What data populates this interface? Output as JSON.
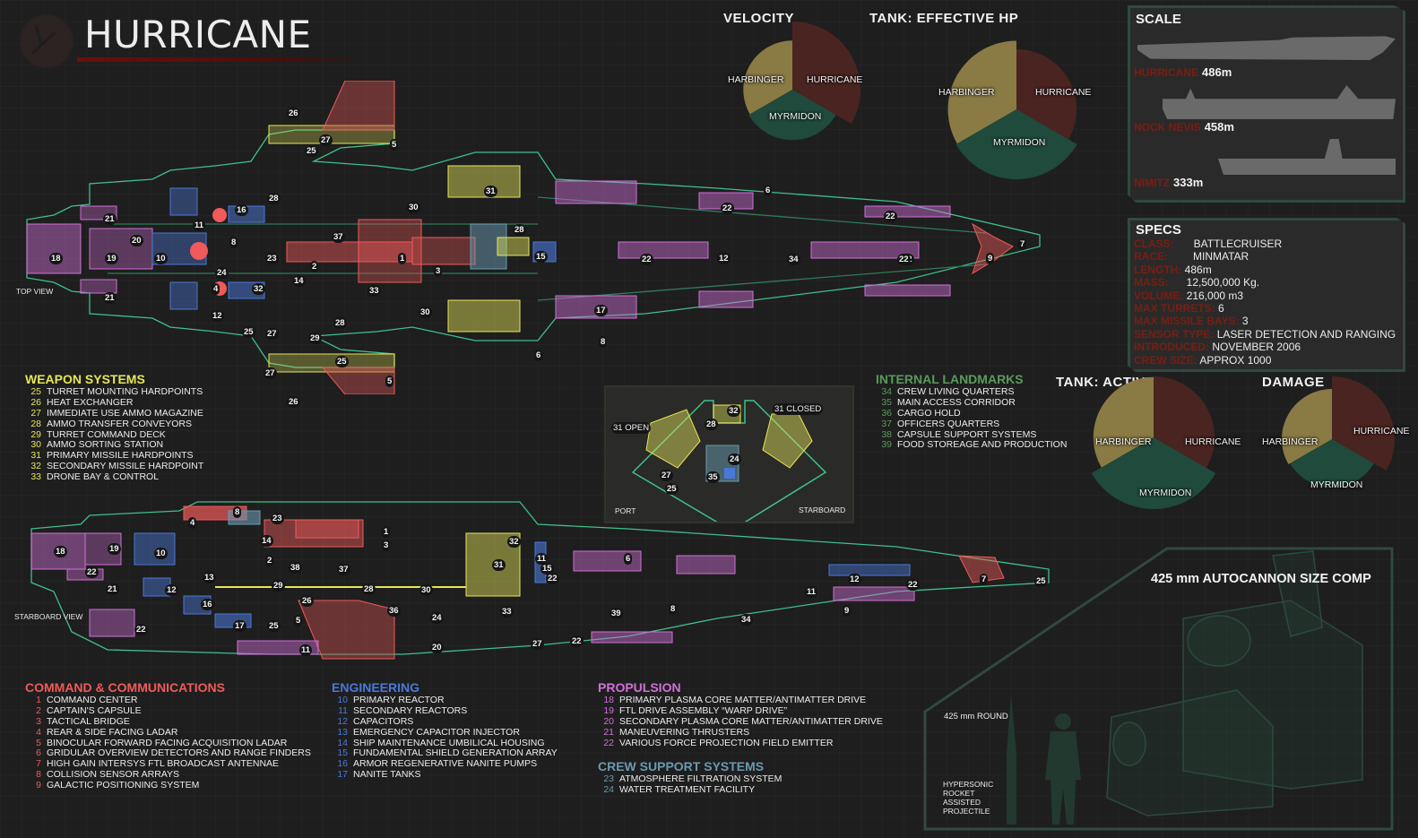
{
  "header": {
    "title": "HURRICANE"
  },
  "views": {
    "top": "TOP VIEW",
    "starboard": "STARBOARD VIEW",
    "port": "PORT",
    "starboard_side": "STARBOARD"
  },
  "section_callouts": {
    "open": "31 OPEN",
    "closed": "31 CLOSED"
  },
  "colors": {
    "hurricane": "#4a2420",
    "harbinger": "#8a7a44",
    "myrmidon": "#1f4a3c",
    "command": "#f05a5a",
    "engineering": "#4a78d8",
    "propulsion": "#d070d8",
    "crew": "#6a9ab0",
    "weapons": "#e6e65a",
    "landmarks": "#5a9a5a",
    "spec_key": "#7a1e12"
  },
  "chart_data": [
    {
      "type": "pie",
      "title": "VELOCITY",
      "style": "polar-area",
      "categories": [
        "HURRICANE",
        "MYRMIDON",
        "HARBINGER"
      ],
      "values": [
        1.0,
        0.74,
        0.72
      ]
    },
    {
      "type": "pie",
      "title": "TANK: EFFECTIVE HP",
      "style": "polar-area",
      "categories": [
        "HURRICANE",
        "MYRMIDON",
        "HARBINGER"
      ],
      "values": [
        0.86,
        1.0,
        0.98
      ]
    },
    {
      "type": "pie",
      "title": "TANK: ACTIVE",
      "style": "polar-area",
      "categories": [
        "HURRICANE",
        "MYRMIDON",
        "HARBINGER"
      ],
      "values": [
        0.85,
        1.0,
        0.84
      ]
    },
    {
      "type": "pie",
      "title": "DAMAGE",
      "style": "polar-area",
      "categories": [
        "HURRICANE",
        "MYRMIDON",
        "HARBINGER"
      ],
      "values": [
        1.0,
        0.77,
        0.8
      ]
    }
  ],
  "scale": {
    "title": "SCALE",
    "ships": [
      {
        "name": "HURRICANE",
        "length": "486m",
        "length_m": 486
      },
      {
        "name": "NOCK NEVIS",
        "length": "458m",
        "length_m": 458
      },
      {
        "name": "NIMITZ",
        "length": "333m",
        "length_m": 333
      }
    ]
  },
  "specs": {
    "title": "SPECS",
    "rows": [
      {
        "key": "CLASS:",
        "value": "BATTLECRUISER"
      },
      {
        "key": "RACE:",
        "value": "MINMATAR"
      },
      {
        "key": "LENGTH:",
        "value": "486m"
      },
      {
        "key": "MASS:",
        "value": "12,500,000 Kg."
      },
      {
        "key": "VOLUME:",
        "value": "216,000 m3"
      },
      {
        "key": "MAX TURRETS:",
        "value": "6"
      },
      {
        "key": "MAX MISSILE BAYS:",
        "value": "3"
      },
      {
        "key": "SENSOR TYPE:",
        "value": "LASER DETECTION AND RANGING"
      },
      {
        "key": "INTRODUCED:",
        "value": "NOVEMBER 2006"
      },
      {
        "key": "CREW SIZE:",
        "value": "APPROX 1000"
      }
    ]
  },
  "legends": {
    "weapons": {
      "title": "WEAPON SYSTEMS",
      "items": [
        {
          "n": "25",
          "label": "TURRET MOUNTING HARDPOINTS"
        },
        {
          "n": "26",
          "label": "HEAT EXCHANGER"
        },
        {
          "n": "27",
          "label": "IMMEDIATE USE AMMO MAGAZINE"
        },
        {
          "n": "28",
          "label": "AMMO TRANSFER CONVEYORS"
        },
        {
          "n": "29",
          "label": "TURRET COMMAND DECK"
        },
        {
          "n": "30",
          "label": "AMMO SORTING STATION"
        },
        {
          "n": "31",
          "label": "PRIMARY MISSILE HARDPOINTS"
        },
        {
          "n": "32",
          "label": "SECONDARY MISSILE HARDPOINT"
        },
        {
          "n": "33",
          "label": "DRONE BAY & CONTROL"
        }
      ]
    },
    "landmarks": {
      "title": "INTERNAL LANDMARKS",
      "items": [
        {
          "n": "34",
          "label": "CREW LIVING QUARTERS"
        },
        {
          "n": "35",
          "label": "MAIN ACCESS CORRIDOR"
        },
        {
          "n": "36",
          "label": "CARGO HOLD"
        },
        {
          "n": "37",
          "label": "OFFICERS QUARTERS"
        },
        {
          "n": "38",
          "label": "CAPSULE SUPPORT SYSTEMS"
        },
        {
          "n": "39",
          "label": "FOOD STOREAGE AND PRODUCTION"
        }
      ]
    },
    "command": {
      "title": "COMMAND & COMMUNICATIONS",
      "items": [
        {
          "n": "1",
          "label": "COMMAND CENTER"
        },
        {
          "n": "2",
          "label": "CAPTAIN'S CAPSULE"
        },
        {
          "n": "3",
          "label": "TACTICAL BRIDGE"
        },
        {
          "n": "4",
          "label": "REAR & SIDE FACING LADAR"
        },
        {
          "n": "5",
          "label": "BINOCULAR FORWARD FACING ACQUISITION LADAR"
        },
        {
          "n": "6",
          "label": "GRIDULAR OVERVIEW DETECTORS AND RANGE FINDERS"
        },
        {
          "n": "7",
          "label": "HIGH GAIN INTERSYS FTL BROADCAST ANTENNAE"
        },
        {
          "n": "8",
          "label": "COLLISION SENSOR ARRAYS"
        },
        {
          "n": "9",
          "label": "GALACTIC POSITIONING SYSTEM"
        }
      ]
    },
    "engineering": {
      "title": "ENGINEERING",
      "items": [
        {
          "n": "10",
          "label": "PRIMARY REACTOR"
        },
        {
          "n": "11",
          "label": "SECONDARY REACTORS"
        },
        {
          "n": "12",
          "label": "CAPACITORS"
        },
        {
          "n": "13",
          "label": "EMERGENCY CAPACITOR INJECTOR"
        },
        {
          "n": "14",
          "label": "SHIP MAINTENANCE UMBILICAL HOUSING"
        },
        {
          "n": "15",
          "label": "FUNDAMENTAL SHIELD GENERATION ARRAY"
        },
        {
          "n": "16",
          "label": "ARMOR REGENERATIVE NANITE PUMPS"
        },
        {
          "n": "17",
          "label": "NANITE TANKS"
        }
      ]
    },
    "propulsion": {
      "title": "PROPULSION",
      "items": [
        {
          "n": "18",
          "label": "PRIMARY PLASMA CORE MATTER/ANTIMATTER DRIVE"
        },
        {
          "n": "19",
          "label": "FTL DRIVE ASSEMBLY “WARP DRIVE”"
        },
        {
          "n": "20",
          "label": "SECONDARY PLASMA CORE MATTER/ANTIMATTER DRIVE"
        },
        {
          "n": "21",
          "label": "MANEUVERING THRUSTERS"
        },
        {
          "n": "22",
          "label": "VARIOUS FORCE PROJECTION FIELD EMITTER"
        }
      ]
    },
    "crew": {
      "title": "CREW SUPPORT SYSTEMS",
      "items": [
        {
          "n": "23",
          "label": "ATMOSPHERE FILTRATION SYSTEM"
        },
        {
          "n": "24",
          "label": "WATER TREATMENT FACILITY"
        }
      ]
    }
  },
  "top_view_badges": [
    "26",
    "27",
    "5",
    "25",
    "28",
    "16",
    "11",
    "21",
    "20",
    "18",
    "19",
    "10",
    "8",
    "23",
    "2",
    "37",
    "1",
    "3",
    "33",
    "24",
    "32",
    "15",
    "22",
    "12",
    "34",
    "22",
    "9",
    "7",
    "31",
    "30",
    "14",
    "4",
    "17",
    "12",
    "21",
    "28",
    "30",
    "22",
    "8",
    "6",
    "25",
    "27",
    "29",
    "25",
    "27",
    "5",
    "26",
    "6",
    "22",
    "22",
    "28"
  ],
  "starboard_badges": [
    "8",
    "4",
    "23",
    "14",
    "1",
    "3",
    "2",
    "38",
    "37",
    "18",
    "19",
    "10",
    "13",
    "22",
    "21",
    "12",
    "29",
    "28",
    "30",
    "32",
    "31",
    "11",
    "16",
    "17",
    "25",
    "26",
    "5",
    "36",
    "24",
    "33",
    "20",
    "22",
    "11",
    "15",
    "22",
    "6",
    "8",
    "39",
    "34",
    "11",
    "12",
    "22",
    "9",
    "7",
    "25",
    "27",
    "22"
  ],
  "section_badges": [
    "32",
    "28",
    "24",
    "35",
    "27",
    "25"
  ],
  "autocannon": {
    "title": "425 mm AUTOCANNON SIZE COMP",
    "round_label": "425 mm ROUND",
    "round_desc": [
      "HYPERSONIC",
      "ROCKET",
      "ASSISTED",
      "PROJECTILE"
    ]
  }
}
